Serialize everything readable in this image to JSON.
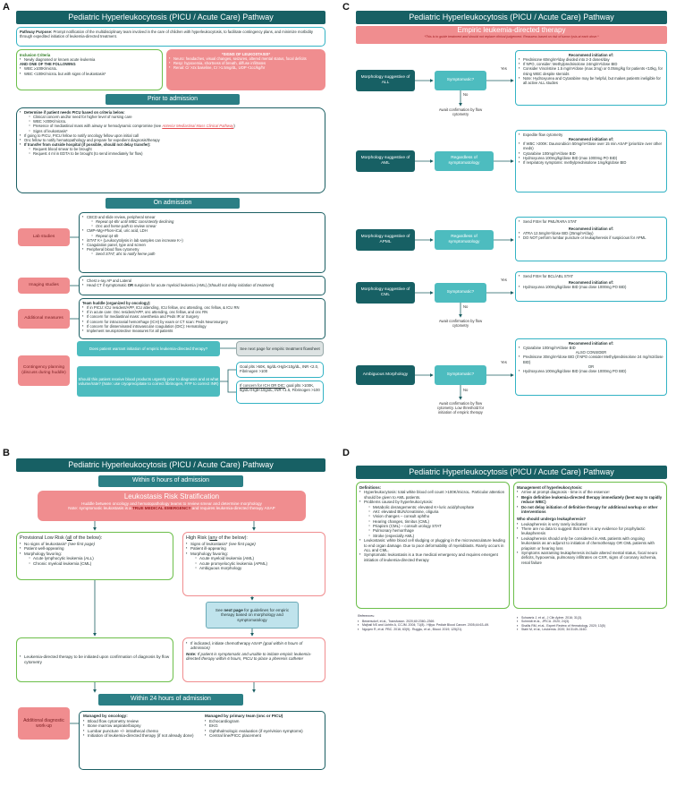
{
  "panels": {
    "a": {
      "label": "A",
      "title": "Pediatric Hyperleukocytosis (PICU / Acute Care) Pathway",
      "purpose_label": "Pathway Purpose:",
      "purpose_text": "Prompt notification of the multidisciplinary team involved in the care of children with hyperleukocytosis, to facilitate contingency plans, and minimize morbidity through expedited initiation of leukemia-directed treatment.",
      "inclusion_title": "Inclusion Criteria",
      "inclusion_items": [
        "Newly diagnosed or known acute leukemia",
        "AND ONE OF THE FOLLOWING",
        "WBC ≥100K/microL",
        "WBC <100K/microL but with signs of leukostasis*"
      ],
      "signs_title": "*SIGNS OF LEUKOSTASIS*",
      "signs_items": [
        "Neuro: headaches, visual changes, seizures, altered mental status, focal deficits",
        "Resp: hypoxemia, shortness of breath, diffuse infiltrates",
        "Renal: Cr >2x baseline, Cr >1.5mg/dL, UOP <1cc/kg/hr"
      ],
      "prior_band": "Prior to admission",
      "prior_items": [
        "Determine if patient needs PICU based on criteria below:",
        "Clinical concern and/or need for higher level of nursing care",
        "WBC >200K/microL",
        "Presence of mediastinal mass with airway or hemodynamic compromise (see",
        "Anterior Mediastinal Mass Clinical Pathway",
        ")",
        "Signs of leukostasis*",
        "If going to PICU, PICU fellow to notify oncology fellow upon initial call",
        "Onc fellow to notify hematopathology and prepare for expedient diagnosis/therapy",
        "If transfer from outside hospital (if possible, should not delay transfer):",
        "Request blood smear to be brought",
        "Request 4 ml in EDTA to be brought (to send immediately for flow)"
      ],
      "on_band": "On admission",
      "lab_label": "Lab studies",
      "lab_items": [
        "CBCD and slide review, peripheral smear",
        "Repeat q4-6hr until WBC consistently declining",
        "Onc and heme-path to review smear",
        "CMP+Mg+Phos+iCal, uric acid, LDH",
        "Repeat q4-6h",
        "iSTAT K+ (Leukocytolysis in lab samples can increase K+)",
        "Coagulation panel, type and screen",
        "Peripheral blood flow cytometry",
        "Send STAT, ahc to notify heme path"
      ],
      "imaging_label": "Imaging studies",
      "imaging_items": [
        "Chest x-ray AP and Lateral",
        "Head CT if symptomatic",
        "OR",
        "suspicion for acute myeloid leukemia (AML)",
        "(Should not delay initiation of treatment)"
      ],
      "additional_label": "Additional measures",
      "additional_items": [
        "Team huddle (organized by oncology):",
        "If in PICU: ICU resident/APP, ICU attending, ICU fellow, onc attending, onc fellow, & ICU RN",
        "If in acute care: Onc resident/APP, onc attending, onc fellow, and onc RN",
        "If concern for mediastinal mass: anesthesia and Peds IR or Surgery",
        "If concern for intracranial hemorrhage (ICH) by exam or CT scan: Peds Neurosurgery",
        "If concern for disseminated intravascular coagulation (DIC): Hematology",
        "Implement neuroprotective measures for all patients"
      ],
      "contingency_label": "Contingency planning (discuss during huddle)",
      "q1": "Does patient warrant initiation of empiric leukemia-directed therapy?",
      "q1_answer": "See next page for empiric treatment flowsheet",
      "q2": "Should this patient receive blood products urgently prior to diagnosis and at what volume/rate? (Note: use cryoprecipitate to correct fibrinogen, FFP to correct INR)",
      "goal1": "Goal plts >50K, 6g/dL<Hgb<10g/dL, INR <2.0, Fibrinogen >100",
      "goal2_u": "If concern for ICH OR DIC:",
      "goal2": "goal plts >100K, 6g/dL<Hgb<10g/dL, INR <1.5, Fibrinogen >100"
    },
    "b": {
      "label": "B",
      "title": "Pediatric Hyperleukocytosis (PICU / Acute Care) Pathway",
      "band1": "Within 6 hours of admission",
      "risk_title": "Leukostasis Risk Stratification",
      "risk_line1": "Huddle between oncology and hematopathology teams to review smear and determine morphology",
      "risk_line2a": "Note: symptomatic leukostasis is a",
      "risk_line2b": "TRUE MEDICAL EMERGENCY",
      "risk_line2c": "and requires leukemia-directed therapy ASAP",
      "low_title_a": "Provisional Low Risk (",
      "low_title_u": "all",
      "low_title_b": " of the below):",
      "low_items": [
        "No signs of leukostasis*",
        "(see first page)",
        "Patient well-appearing",
        "Morphology favoring:",
        "Acute lymphocytic leukemia (ALL)",
        "Chronic myeloid leukemia (CML)"
      ],
      "high_title_a": "High Risk (",
      "high_title_u": "any",
      "high_title_b": " of the below):",
      "high_items": [
        "Signs of leukostasis*",
        "(see first page)",
        "Patient ill-appearing",
        "Morphology favoring:",
        "Acute myeloid leukemia (AML)",
        "Acute promyelocytic leukemia (APML)",
        "Ambiguous morphology"
      ],
      "see_next_a": "See",
      "see_next_b": "next page",
      "see_next_c": "for guidelines for empiric therapy based on morphology and symptomatology",
      "low_result": "Leukemia-directed therapy to be initiated upon confirmation of diagnosis by flow cytometry",
      "high_result_a": "If indicated, initiate chemotherapy ASAP",
      "high_result_b": "(goal within 6 hours of admission)",
      "high_note_label": "Note:",
      "high_note": "If patient is symptomatic and unable to initiate empiric leukemia-directed therapy within 6 hours, PICU to place a pheresis catheter",
      "band2": "Within 24 hours of admission",
      "workup_label": "Additional diagnostic work-up",
      "onc_title": "Managed by oncology:",
      "onc_items": [
        "Blood flow cytometry review",
        "Bone marrow aspirate/biopsy",
        "Lumbar puncture +/- intrathecal chemo",
        "Initiation of leukemia-directed therapy (if not already done)"
      ],
      "primary_title": "Managed by primary team (onc or PICU)",
      "primary_items": [
        "Echocardiogram",
        "EKG",
        "Ophthalmologic evaluation (if eye/vision symptoms)",
        "Central line/PICC placement"
      ]
    },
    "c": {
      "label": "C",
      "title": "Pediatric Hyperleukocytosis (PICU / Acute Care) Pathway",
      "empiric_title": "Empiric leukemia-directed therapy",
      "empiric_note": "*This is to guide treatment and should not replace clinical judgement. Reassess based on risk of tumor lysis at each dose.*",
      "rec_heading": "Recommend initiation of:",
      "yes": "Yes",
      "no": "No",
      "rows": [
        {
          "morph": "Morphology suggestive of ALL",
          "decision": "Symptomatic?",
          "await": "Await confirmation by flow cytometry",
          "rec": [
            "Prednisone 60mg/m²/day divided into 2-3 doses/day",
            "If NPO, consider: Methylprednisolone 24mg/m²/dose BID",
            "Consider Vincristine 1.5 mg/m²/dose (max 2mg) or 0.05mg/kg for patients <10kg, for rising WBC despite steroids",
            "Note: Hydroxyurea and Cytarabine may be helpful, but makes patients ineligible for all active ALL studies"
          ]
        },
        {
          "morph": "Morphology suggestive of AML",
          "decision": "Regardless of symptomatology",
          "await": "",
          "rec": [
            "Expedite flow cytometry",
            "If WBC >200K: Daunorubicin 50mg/m²/dose over 15 min ASAP (prioritize over other meds)",
            "Cytarabine 100mg/m²/dose BID",
            "Hydroxyurea 100mg/kg/dose BID (max 1000mg PO BID)",
            "If respiratory symptoms: methylprednisolone 1mg/kg/dose BID"
          ]
        },
        {
          "morph": "Morphology suggestive of APML",
          "decision": "Regardless of symptomatology",
          "await": "",
          "rec": [
            "Send FISH for PML/RARA STAT",
            "ATRA 12.5mg/m²/dose BID (25mg/m²/day)",
            "DO NOT perform lumbar puncture or leukapheresis if suspicious for APML"
          ]
        },
        {
          "morph": "Morphology suggestive of CML",
          "decision": "Symptomatic?",
          "await": "Await confirmation by flow cytometry",
          "rec": [
            "Send FISH for BCL/ABL STAT",
            "Hydroxyurea 100mg/kg/dose BID (max dose 1000mg PO BID)"
          ]
        },
        {
          "morph": "Ambiguous Morphology",
          "decision": "Symptomatic?",
          "await": "Await confirmation by flow cytometry. Low threshold for initiation of empiric therapy",
          "rec": [
            "Cytarabine 100mg/m²/dose BID",
            "ALSO CONSIDER",
            "Prednisone 30mg/m²/dose BID (if NPO consider Methylprednisolone 24 mg/m2/dose BID)",
            "OR",
            "Hydroxyurea 100mg/kg/dose BID (max dose 1000mg PO BID)"
          ]
        }
      ]
    },
    "d": {
      "label": "D",
      "title": "Pediatric Hyperleukocytosis (PICU / Acute Care) Pathway",
      "defs_title": "Definitions:",
      "defs_items": [
        "Hyperleukocytosis: total white blood cell count >100K/microL. Particular attention should be given to AML patients.",
        "Problems caused by hyperleukocytosis:",
        "Metabolic derangements: elevated K+/uric acid/phosphate",
        "AKI: elevated BUN/creatinine, oliguria",
        "Vision changes – consult ophtho",
        "Hearing changes, tinnitus (CML)",
        "Priapism (CML) – consult urology STAT",
        "Pulmonary hemorrhage",
        "Stroke (especially AML)",
        "Leukostasis: white blood cell sludging or plugging in the microvasculature leading to end organ damage. Due to poor deformability of myeloblasts. Rarely occurs in ALL and CML.",
        "Symptomatic leukostasis is a true medical emergency and requires emergent initiation of leukemia-directed therapy"
      ],
      "mgmt_title": "Management of hyperleukocytosis:",
      "mgmt_items": [
        "Arrive at prompt diagnosis - time is of the essence!",
        "Begin definitive leukemia-directed therapy immediately (best way to rapidly reduce WBC)",
        "Do not delay initiation of definitive therapy for additional workup or other interventions"
      ],
      "who_title": "Who should undergo leukapheresis?",
      "who_items": [
        "Leukapheresis is very rarely indicated",
        "There are no data to suggest that there is any evidence for prophylactic leukapheresis",
        "Leukapheresis should only be considered in AML patients with ongoing leukostasis as an adjunct to initiation of chemotherapy OR CML patients with priapism or hearing loss",
        "Symptoms warranting leukapheresis include altered mental status, focal neuro deficits, hypoxemia, pulmonary infiltrates on CXR, signs of coronary ischemia, renal failure"
      ],
      "ref_title": "References:",
      "refs_left": [
        "Bewersdorf, et al., Transfusion. 2020;60:2360–2369.",
        "Majhail NS and Lichtin A, CCJM. 2004; 71(8).. Hijiya. Pediatr Blood Cancer. 2005;44:63–69.",
        "Nguyen R, et al. PBC. 2016; 63(9).. Ruggiu, et al., Blood. 2019; 125(21)."
      ],
      "refs_right": [
        "Schwartz J, et al., J Clin Apher. 2016; 31(3).",
        "Schmidt et al., JPICU. 2020; 24(3).",
        "Shallis RM, et al., Expert Review of Hematology. 2020; 13(5)",
        "Stahl M, et al., Leukemia. 2020; 34:3149–3160."
      ]
    }
  }
}
